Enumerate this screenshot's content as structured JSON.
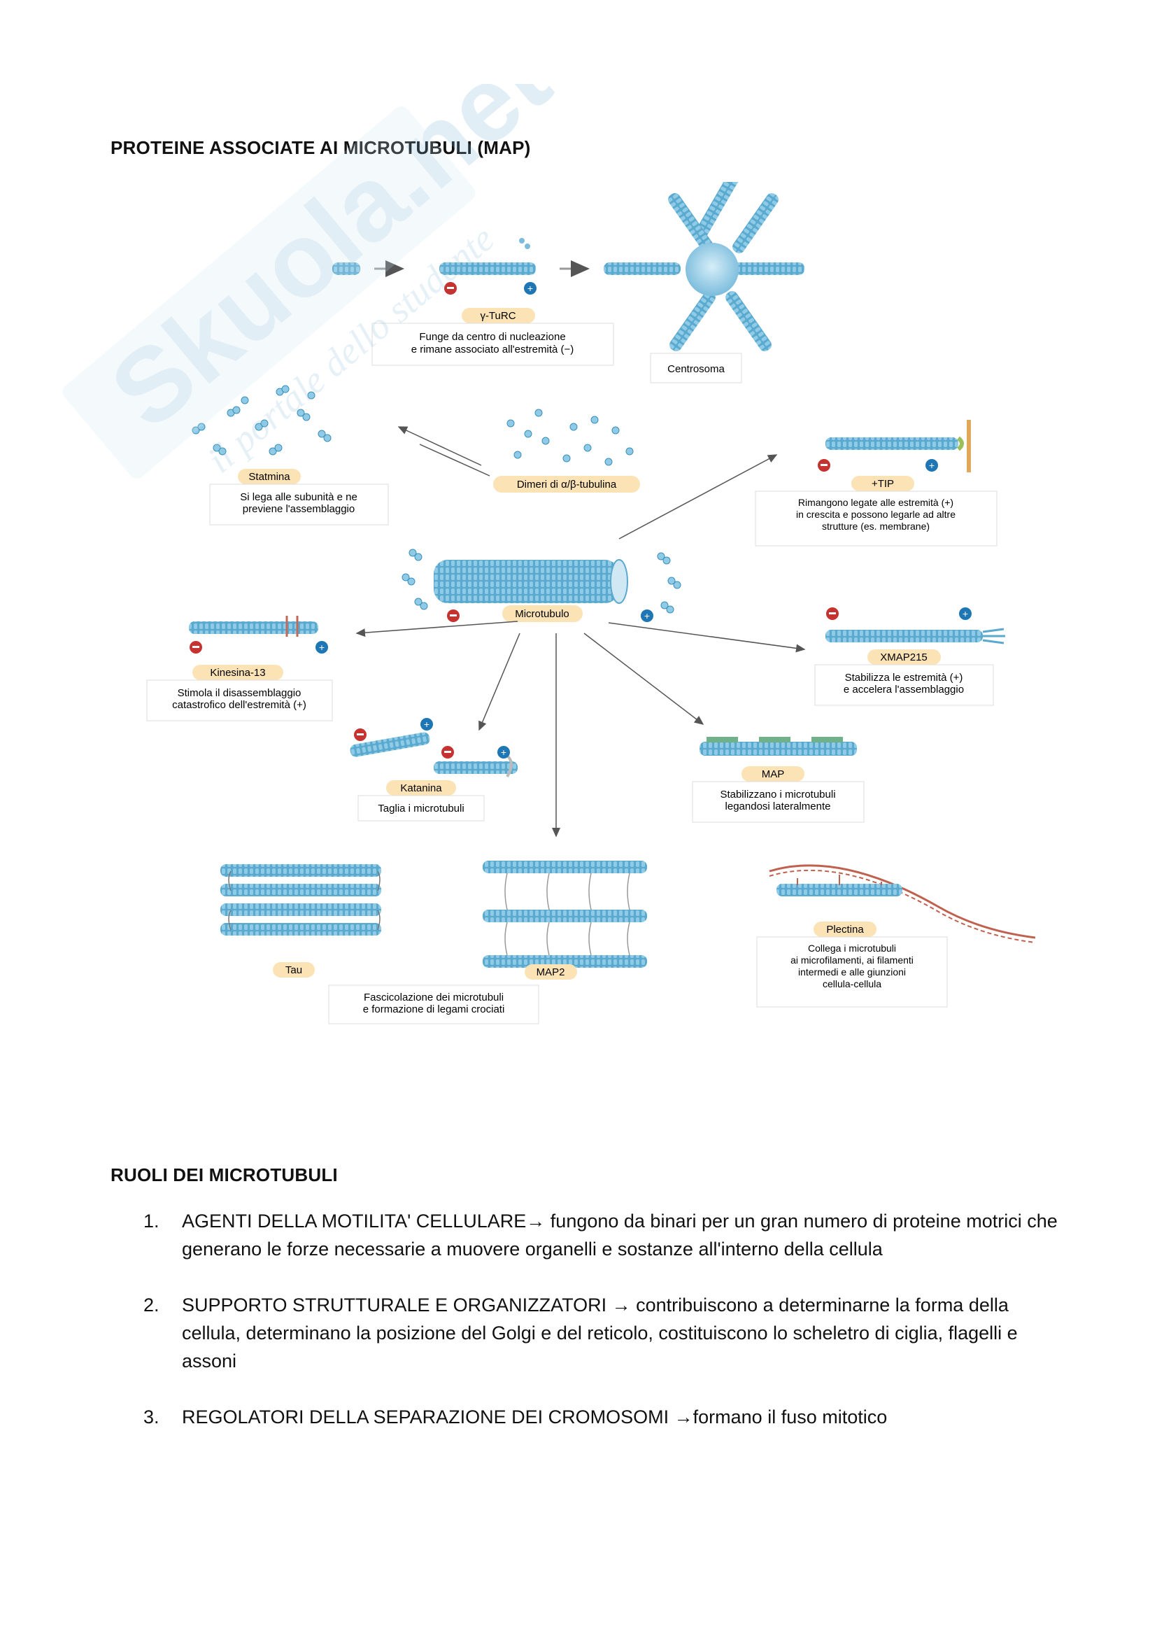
{
  "headings": {
    "map_title": "PROTEINE ASSOCIATE AI MICROTUBULI (MAP)",
    "roles_title": "RUOLI DEI MICROTUBULI"
  },
  "watermark": {
    "brand": "Skuola.net",
    "tagline": "il portale dello studente"
  },
  "figure": {
    "gturc": {
      "title": "γ-TuRC",
      "desc1": "Funge da centro di nucleazione",
      "desc2": "e rimane associato all'estremità (−)"
    },
    "centrosoma": {
      "title": "Centrosoma"
    },
    "statmina": {
      "title": "Statmina",
      "desc1": "Si lega alle subunità e ne",
      "desc2": "previene l'assemblaggio"
    },
    "dimeri": {
      "title": "Dimeri di α/β-tubulina"
    },
    "tip": {
      "title": "+TIP",
      "desc1": "Rimangono legate alle estremità (+)",
      "desc2": "in crescita e possono legarle ad altre",
      "desc3": "strutture (es. membrane)"
    },
    "microtubulo": {
      "title": "Microtubulo"
    },
    "kinesina": {
      "title": "Kinesina-13",
      "desc1": "Stimola il disassemblaggio",
      "desc2": "catastrofico dell'estremità (+)"
    },
    "xmap": {
      "title": "XMAP215",
      "desc1": "Stabilizza le estremità (+)",
      "desc2": "e accelera l'assemblaggio"
    },
    "katanina": {
      "title": "Katanina",
      "desc1": "Taglia i microtubuli"
    },
    "map": {
      "title": "MAP",
      "desc1": "Stabilizzano i microtubuli",
      "desc2": "legandosi lateralmente"
    },
    "tau": {
      "title": "Tau"
    },
    "map2": {
      "title": "MAP2"
    },
    "fasc": {
      "desc1": "Fascicolazione dei microtubuli",
      "desc2": "e formazione di legami crociati"
    },
    "plectina": {
      "title": "Plectina",
      "desc1": "Collega i microtubuli",
      "desc2": "ai microfilamenti, ai filamenti",
      "desc3": "intermedi e alle giunzioni",
      "desc4": "cellula-cellula"
    }
  },
  "roles": [
    {
      "num": "1.",
      "text": "AGENTI DELLA MOTILITA' CELLULARE→  fungono da binari per un gran numero di proteine motrici che generano le forze necessarie a muovere organelli e sostanze all'interno della cellula"
    },
    {
      "num": "2.",
      "text": "SUPPORTO STRUTTURALE E ORGANIZZATORI → contribuiscono a determinarne la forma della cellula, determinano la posizione del Golgi e del reticolo, costituiscono lo scheletro di ciglia, flagelli e assoni"
    },
    {
      "num": "3.",
      "text": "REGOLATORI DELLA SEPARAZIONE DEI CROMOSOMI →formano il fuso mitotico"
    }
  ]
}
